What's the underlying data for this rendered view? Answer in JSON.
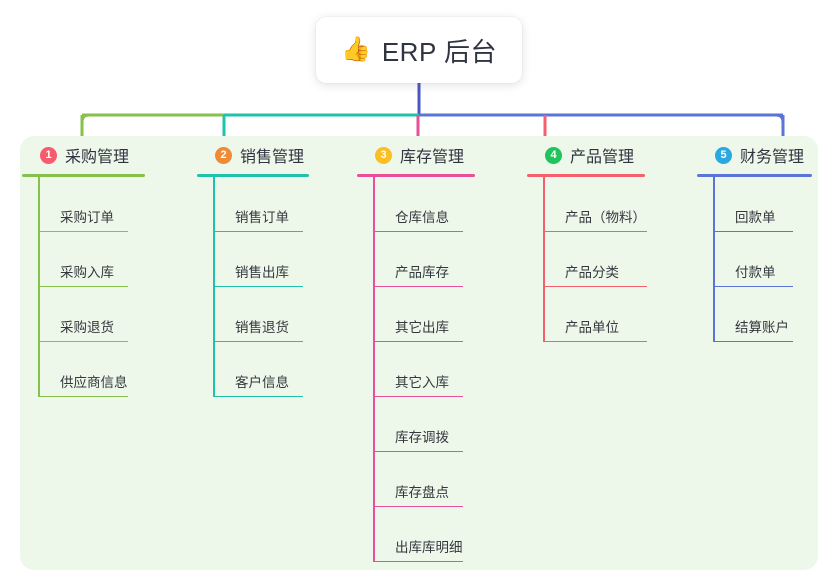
{
  "root": {
    "emoji": "👍",
    "emoji_name": "thumbs-up-icon",
    "title": "ERP 后台"
  },
  "palette": {
    "panel_bg": "#eef8ea",
    "card_bg": "#ffffff",
    "text": "#2f3440",
    "trunk": "#4b56c4"
  },
  "columns": [
    {
      "badge": "1",
      "badge_color": "#f65b6e",
      "title": "采购管理",
      "line_color": "#86c14c",
      "items": [
        "采购订单",
        "采购入库",
        "采购退货",
        "供应商信息"
      ]
    },
    {
      "badge": "2",
      "badge_color": "#f08a35",
      "title": "销售管理",
      "line_color": "#1fc3ac",
      "items": [
        "销售订单",
        "销售出库",
        "销售退货",
        "客户信息"
      ]
    },
    {
      "badge": "3",
      "badge_color": "#fbbe23",
      "title": "库存管理",
      "line_color": "#ea4f9a",
      "items": [
        "仓库信息",
        "产品库存",
        "其它出库",
        "其它入库",
        "库存调拨",
        "库存盘点",
        "出库库明细"
      ]
    },
    {
      "badge": "4",
      "badge_color": "#21c35c",
      "title": "产品管理",
      "line_color": "#f4606c",
      "items": [
        "产品（物料）",
        "产品分类",
        "产品单位"
      ]
    },
    {
      "badge": "5",
      "badge_color": "#2aa9e0",
      "title": "财务管理",
      "line_color": "#5a75d6",
      "items": [
        "回款单",
        "付款单",
        "结算账户"
      ]
    }
  ]
}
